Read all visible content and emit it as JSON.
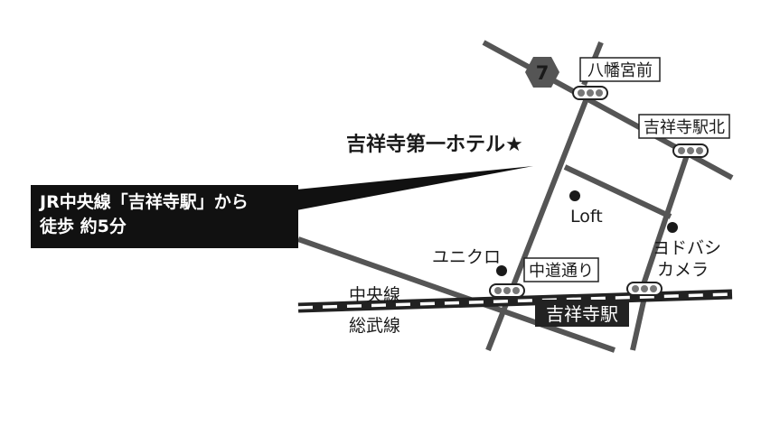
{
  "callout": {
    "line1": "JR中央線「吉祥寺駅」から",
    "line2": "徒歩 約5分"
  },
  "destination": {
    "label": "吉祥寺第一ホテル★"
  },
  "route_badge": {
    "number": "7"
  },
  "signals": {
    "hachiman": "八幡宮前",
    "kitaguchi": "吉祥寺駅北",
    "nakamichi": "中道通り"
  },
  "landmarks": {
    "loft": "Loft",
    "uniqlo": "ユニクロ",
    "yodobashi_line1": "ヨドバシ",
    "yodobashi_line2": "カメラ"
  },
  "railway": {
    "line1": "中央線",
    "line2": "総武線",
    "station": "吉祥寺駅"
  },
  "colors": {
    "road": "#555555",
    "badge": "#555555",
    "callout": "#111111",
    "station_bg": "#222222"
  }
}
